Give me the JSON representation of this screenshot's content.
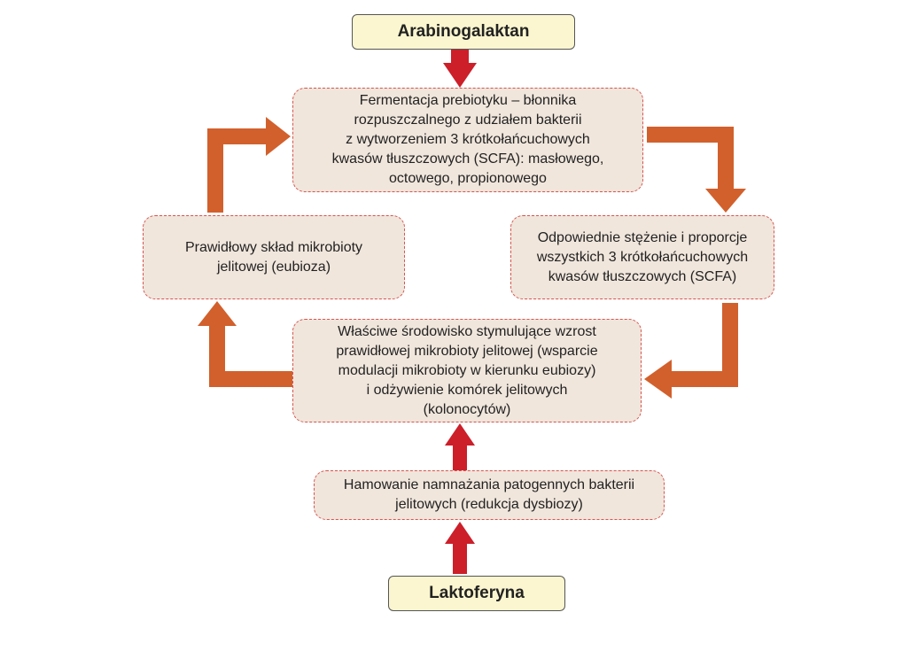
{
  "diagram": {
    "source_top": "Arabinogalaktan",
    "source_bottom": "Laktoferyna",
    "fermentation": "Fermentacja prebiotyku – błonnika\nrozpuszczalnego z udziałem bakterii\nz wytworzeniem 3 krótkołańcuchowych\nkwasów tłuszczowych (SCFA): masłowego,\noctowego, propionowego",
    "scfa_concentration": "Odpowiednie stężenie i proporcje\nwszystkich 3 krótkołańcuchowych\nkwasów tłuszczowych (SCFA)",
    "environment": "Właściwe środowisko stymulujące wzrost\nprawidłowej mikrobioty  jelitowej (wsparcie\nmodulacji mikrobioty w kierunku eubiozy)\ni odżywienie komórek jelitowych\n(kolonocytów)",
    "eubiosis": "Prawidłowy skład mikrobioty\njelitowej (eubioza)",
    "inhibition": "Hamowanie namnażania patogennych bakterii\njelitowych (redukcja dysbiozy)"
  },
  "colors": {
    "cycle_arrow": "#d2602c",
    "input_arrow": "#cc1f2a",
    "box_fill": "#f0e6dc",
    "box_border": "#d9534f",
    "source_fill": "#fbf6cf"
  }
}
